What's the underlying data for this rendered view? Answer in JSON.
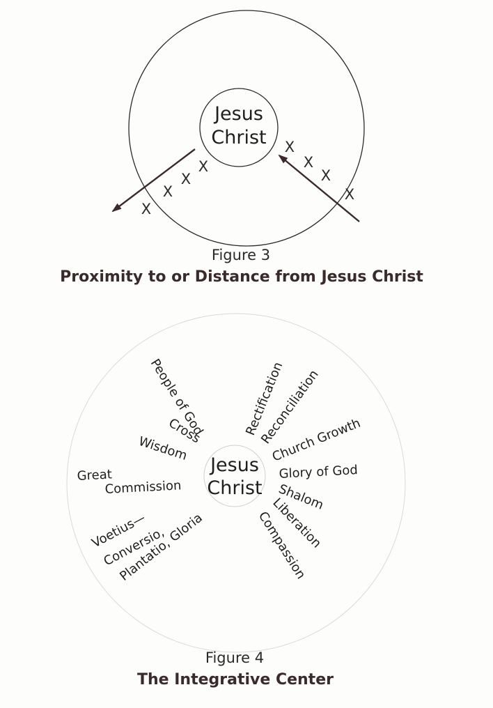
{
  "figure3": {
    "center_label_line1": "Jesus",
    "center_label_line2": "Christ",
    "mark_symbol": "X",
    "caption": "Figure 3",
    "title": "Proximity to or Distance from Jesus Christ"
  },
  "figure4": {
    "center_label_line1": "Jesus",
    "center_label_line2": "Christ",
    "labels": {
      "people_of_god": "People of God",
      "cross": "Cross",
      "wisdom": "Wisdom",
      "great": "Great",
      "commission": "Commission",
      "voetius": "Voetius—",
      "conversio": "Conversio,",
      "plantatio_gloria": "Plantatio, Gloria",
      "rectification": "Rectification",
      "reconciliation": "Reconciliation",
      "church_growth": "Church Growth",
      "glory_of_god": "Glory of God",
      "shalom": "Shalom",
      "liberation": "Liberation",
      "compassion": "Compassion"
    },
    "caption": "Figure 4",
    "title": "The Integrative Center"
  }
}
